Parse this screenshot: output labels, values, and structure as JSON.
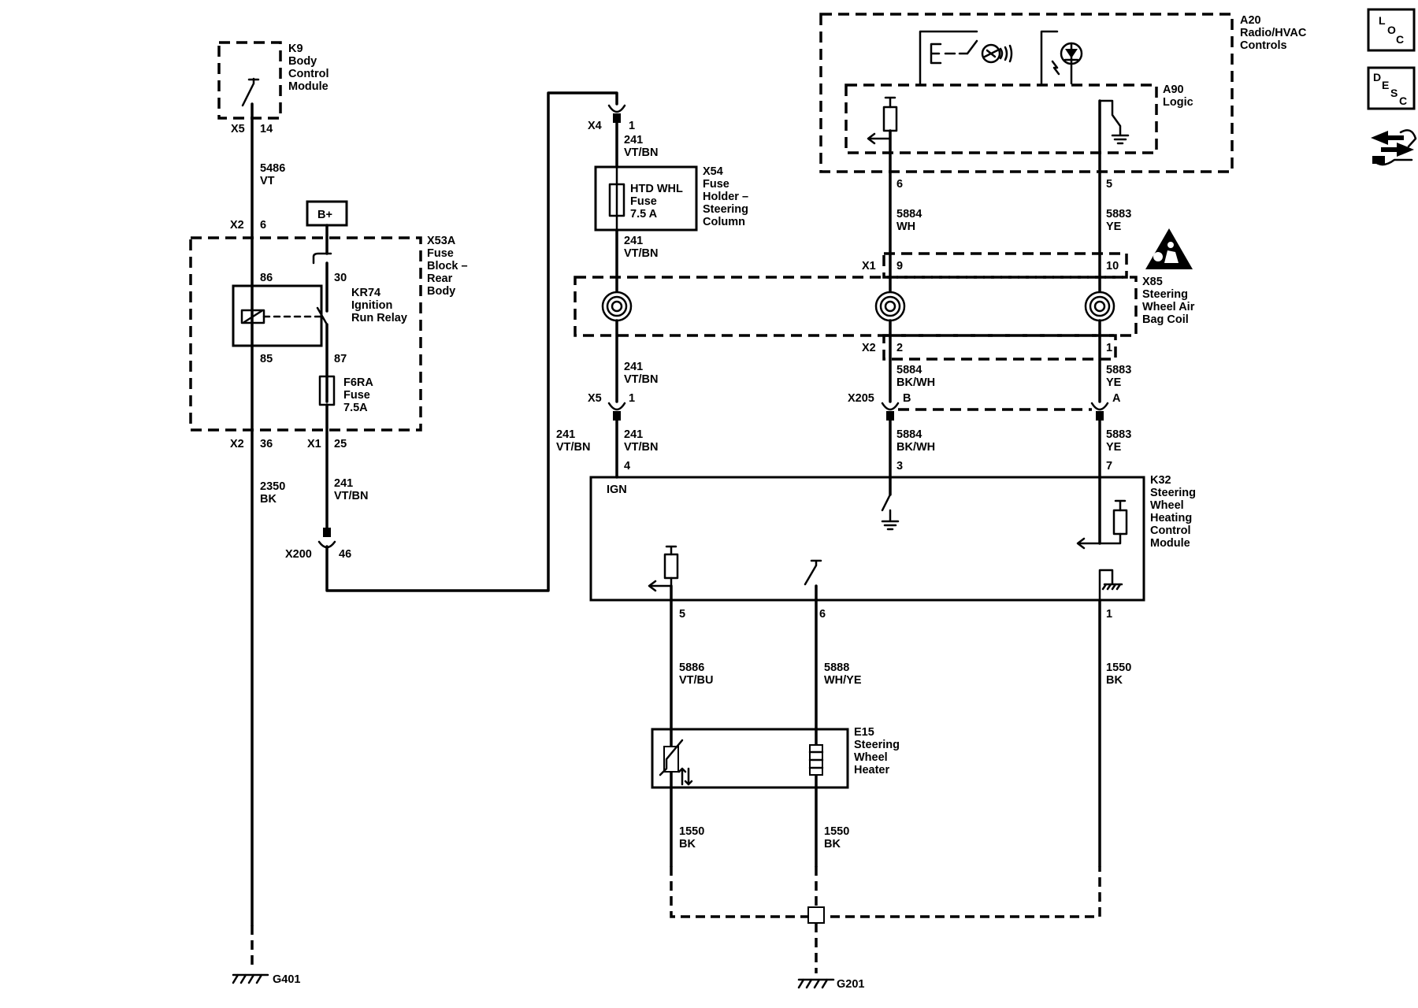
{
  "nav": {
    "loc": [
      "L",
      "O",
      "C"
    ],
    "desc": [
      "D",
      "E",
      "S",
      "C"
    ]
  },
  "k9": {
    "name": "K9",
    "line1": "Body",
    "line2": "Control",
    "line3": "Module",
    "conn": "X5",
    "pin": "14"
  },
  "w5486": {
    "num": "5486",
    "color": "VT"
  },
  "x53a": {
    "name": "X53A",
    "line1": "Fuse",
    "line2": "Block –",
    "line3": "Rear",
    "line4": "Body",
    "x2": "X2",
    "pin6": "6",
    "pin36": "36",
    "x1": "X1",
    "pin25": "25"
  },
  "bplus": "B+",
  "kr74": {
    "name": "KR74",
    "line1": "Ignition",
    "line2": "Run Relay",
    "p86": "86",
    "p30": "30",
    "p85": "85",
    "p87": "87"
  },
  "f6ra": {
    "name": "F6RA",
    "line1": "Fuse",
    "line2": "7.5A"
  },
  "w2350": {
    "num": "2350",
    "color": "BK"
  },
  "w241": {
    "num": "241",
    "color": "VT/BN"
  },
  "x200": {
    "name": "X200",
    "pin": "46"
  },
  "x4": {
    "name": "X4",
    "pin": "1"
  },
  "x54": {
    "name": "X54",
    "line1": "Fuse",
    "line2": "Holder –",
    "line3": "Steering",
    "line4": "Column",
    "fuse1": "HTD WHL",
    "fuse2": "Fuse",
    "fuse3": "7.5 A"
  },
  "x85": {
    "name": "X85",
    "line1": "Steering",
    "line2": "Wheel Air",
    "line3": "Bag Coil",
    "x1": "X1",
    "x2": "X2",
    "p9": "9",
    "p10": "10",
    "p2": "2",
    "p1": "1"
  },
  "x5b": {
    "name": "X5",
    "pin": "1"
  },
  "x205": {
    "name": "X205",
    "pinB": "B",
    "pinA": "A"
  },
  "a20": {
    "name": "A20",
    "line1": "Radio/HVAC",
    "line2": "Controls"
  },
  "a90": {
    "name": "A90",
    "line1": "Logic",
    "pin6": "6",
    "pin5": "5"
  },
  "w5884": {
    "num": "5884",
    "color_wh": "WH",
    "color_bkwh": "BK/WH"
  },
  "w5883": {
    "num": "5883",
    "color": "YE"
  },
  "k32": {
    "name": "K32",
    "line1": "Steering",
    "line2": "Wheel",
    "line3": "Heating",
    "line4": "Control",
    "line5": "Module",
    "ign": "IGN",
    "p4": "4",
    "p3": "3",
    "p7": "7",
    "p5": "5",
    "p6": "6",
    "p1": "1"
  },
  "w5886": {
    "num": "5886",
    "color": "VT/BU"
  },
  "w5888": {
    "num": "5888",
    "color": "WH/YE"
  },
  "w1550": {
    "num": "1550",
    "color": "BK"
  },
  "e15": {
    "name": "E15",
    "line1": "Steering",
    "line2": "Wheel",
    "line3": "Heater"
  },
  "g401": "G401",
  "g201": "G201"
}
